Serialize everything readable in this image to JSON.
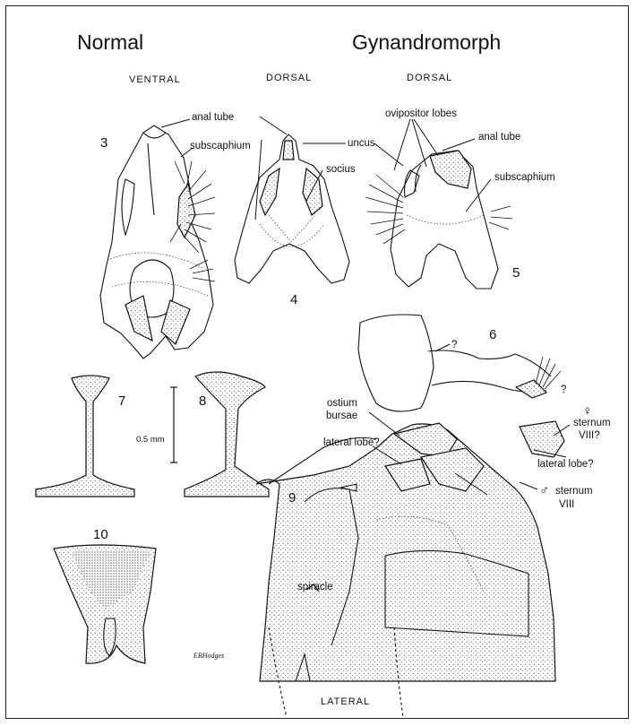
{
  "headers": {
    "normal": "Normal",
    "gynandromorph": "Gynandromorph"
  },
  "views": {
    "ventral": "VENTRAL",
    "dorsal_normal": "DORSAL",
    "dorsal_gyn": "DORSAL",
    "lateral": "LATERAL"
  },
  "figure_numbers": {
    "f3": "3",
    "f4": "4",
    "f5": "5",
    "f6": "6",
    "f7": "7",
    "f8": "8",
    "f9": "9",
    "f10": "10"
  },
  "labels": {
    "anal_tube_normal": "anal tube",
    "subscaphium_normal": "subscaphium",
    "uncus": "uncus",
    "socius": "socius",
    "ovipositor_lobes": "ovipositor lobes",
    "anal_tube_gyn": "anal tube",
    "subscaphium_gyn": "subscaphium",
    "question_1": "?",
    "question_2": "?",
    "ostium_bursae_line1": "ostium",
    "ostium_bursae_line2": "bursae",
    "lateral_lobe_left": "lateral lobe?",
    "female_symbol": "♀",
    "sternum_viii_q_line1": "sternum",
    "sternum_viii_q_line2": "VIII?",
    "lateral_lobe_right": "lateral lobe?",
    "male_symbol": "♂",
    "sternum_viii_line1": "sternum",
    "sternum_viii_line2": "VIII",
    "spiracle": "spiracle"
  },
  "scale_bar": {
    "label": "0.5 mm"
  },
  "signature": "EBHodges"
}
